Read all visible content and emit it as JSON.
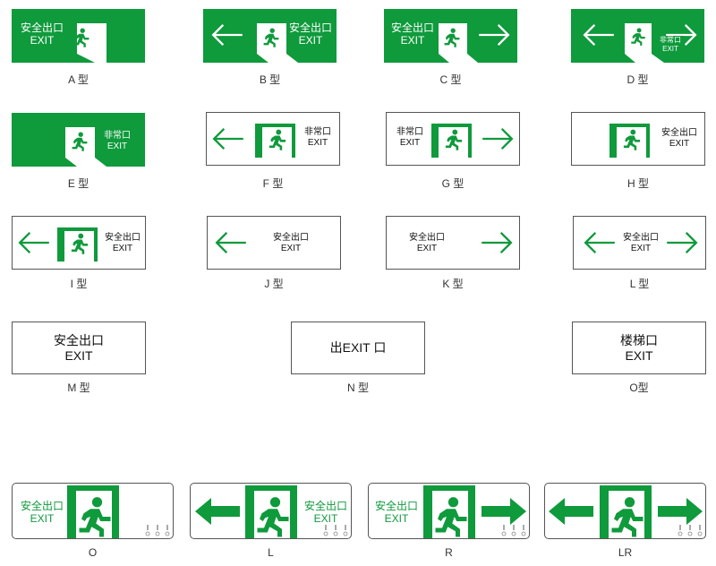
{
  "colors": {
    "sign_green": "#0f9a3c",
    "border": "#555555",
    "text_dark": "#111111"
  },
  "signs": {
    "A": {
      "caption": "A 型",
      "cn": "安全出口",
      "en": "EXIT"
    },
    "B": {
      "caption": "B 型",
      "cn": "安全出口",
      "en": "EXIT",
      "arrow": "left"
    },
    "C": {
      "caption": "C 型",
      "cn": "安全出口",
      "en": "EXIT",
      "arrow": "right"
    },
    "D": {
      "caption": "D 型",
      "cn": "非常口",
      "en": "EXIT",
      "arrow": "both"
    },
    "E": {
      "caption": "E 型",
      "cn": "非常口",
      "en": "EXIT"
    },
    "F": {
      "caption": "F 型",
      "cn": "非常口",
      "en": "EXIT",
      "arrow": "left"
    },
    "G": {
      "caption": "G 型",
      "cn": "非常口",
      "en": "EXIT",
      "arrow": "right"
    },
    "H": {
      "caption": "H 型",
      "cn": "安全出口",
      "en": "EXIT"
    },
    "I": {
      "caption": "I 型",
      "cn": "安全出口",
      "en": "EXIT",
      "arrow": "left"
    },
    "J": {
      "caption": "J 型",
      "cn": "安全出口",
      "en": "EXIT",
      "arrow": "left"
    },
    "K": {
      "caption": "K 型",
      "cn": "安全出口",
      "en": "EXIT",
      "arrow": "right"
    },
    "L": {
      "caption": "L 型",
      "cn": "安全出口",
      "en": "EXIT",
      "arrow": "both"
    },
    "M": {
      "caption": "M 型",
      "cn": "安全出口",
      "en": "EXIT"
    },
    "N": {
      "caption": "N 型",
      "text": "出EXIT 口"
    },
    "O": {
      "caption": "O型",
      "cn": "楼梯口",
      "en": "EXIT"
    },
    "bottom_O": {
      "caption": "O",
      "cn": "安全出口",
      "en": "EXIT"
    },
    "bottom_L": {
      "caption": "L",
      "cn": "安全出口",
      "en": "EXIT",
      "arrow": "left"
    },
    "bottom_R": {
      "caption": "R",
      "cn": "安全出口",
      "en": "EXIT",
      "arrow": "right"
    },
    "bottom_LR": {
      "caption": "LR",
      "arrow": "both"
    }
  }
}
